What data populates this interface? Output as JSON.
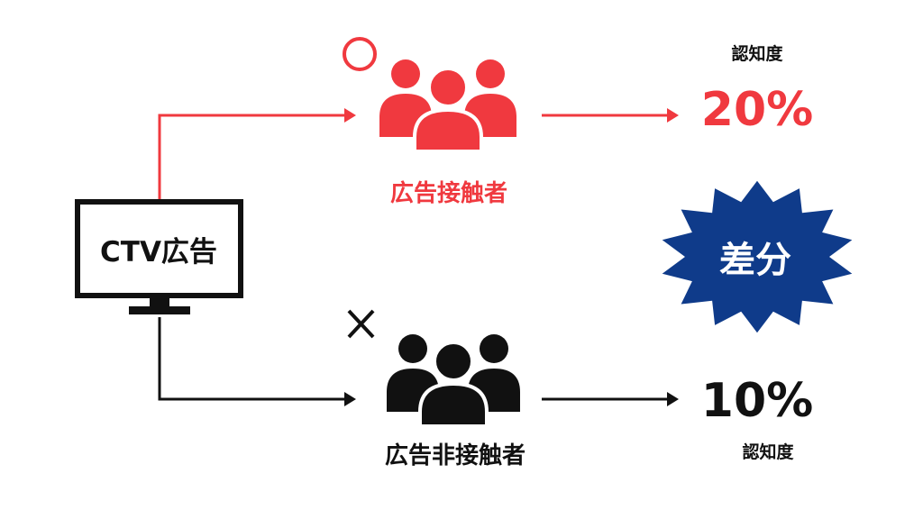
{
  "colors": {
    "exposed": "#f0393f",
    "unexposed": "#111111",
    "burst": "#0f3b8a"
  },
  "tv": {
    "label": "CTV広告",
    "icon": "tv-icon"
  },
  "exposed_group": {
    "label": "広告接触者",
    "icon": "people-group-icon",
    "mark": "○"
  },
  "unexposed_group": {
    "label": "広告非接触者",
    "icon": "people-group-icon",
    "mark": "×"
  },
  "results": {
    "top": {
      "metric_label": "認知度",
      "value": "20%"
    },
    "bottom": {
      "metric_label": "認知度",
      "value": "10%"
    }
  },
  "difference_badge": {
    "label": "差分",
    "icon": "starburst-icon"
  }
}
